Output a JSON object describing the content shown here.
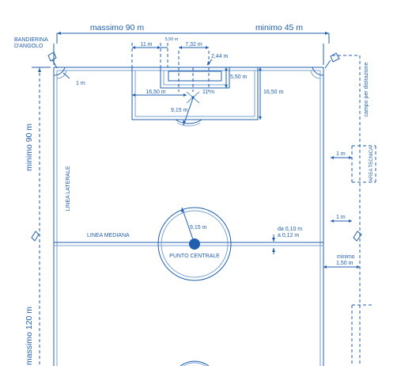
{
  "colors": {
    "line": "#1f5fae",
    "field_double_line": "#7aa2d3",
    "background": "#ffffff"
  },
  "labels": {
    "max_width": "massimo 90 m",
    "min_width": "minimo 45 m",
    "corner_flag": [
      "BANDIERINA",
      "D'ANGOLO"
    ],
    "corner_radius": "1 m",
    "goal_box_offset": "11 m",
    "goal_area_depth": "5,50 m",
    "goal_width": "7,32 m",
    "goal_height": "2,44 m",
    "goal_area_side": "5,50 m",
    "penalty_area_half": "16,50 m",
    "penalty_spot": "11 m",
    "penalty_area_depth": "16,50 m",
    "penalty_arc_radius": "9,15 m",
    "min_length": "minimo 90 m",
    "max_length": "massimo 120 m",
    "touch_line": "LINEA LATERALE",
    "halfway_line": "LINEA MEDIANA",
    "centre_circle_radius": "9,15 m",
    "centre_spot": "PUNTO CENTRALE",
    "line_width": [
      "da 0,10 m",
      "a   0,12 m"
    ],
    "tech_area_gap_1": "1 m",
    "technical_area": "AREA TECNICA",
    "tech_area_gap_2": "1 m",
    "min_clearance": [
      "minimo",
      "1,50 m"
    ],
    "distribution_field": "campo per distrazione"
  }
}
